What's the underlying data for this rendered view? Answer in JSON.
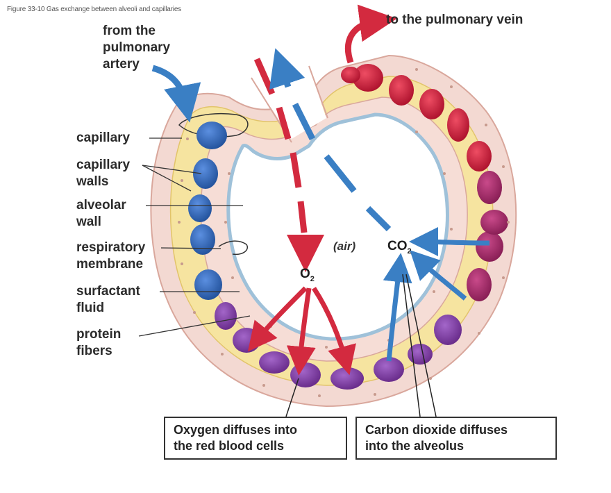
{
  "caption": "Figure 33-10 Gas exchange between alveoli and capillaries",
  "labels": {
    "from_artery": [
      "from the",
      "pulmonary",
      "artery"
    ],
    "to_vein": "to the pulmonary vein",
    "capillary": "capillary",
    "capillary_walls": [
      "capillary",
      "walls"
    ],
    "alveolar_wall": [
      "alveolar",
      "wall"
    ],
    "respiratory_membrane": [
      "respiratory",
      "membrane"
    ],
    "surfactant_fluid": [
      "surfactant",
      "fluid"
    ],
    "protein_fibers": [
      "protein",
      "fibers"
    ],
    "air": "(air)",
    "o2": "O",
    "o2_sub": "2",
    "co2": "CO",
    "co2_sub": "2"
  },
  "callouts": {
    "oxygen": [
      "Oxygen diffuses into",
      "the red blood cells"
    ],
    "co2": [
      "Carbon dioxide diffuses",
      "into the alveolus"
    ]
  },
  "colors": {
    "blood_red": "#d32a3f",
    "blood_blue": "#3a7fc4",
    "cell_blue": "#2f63b3",
    "cell_purple": "#7b3a9e",
    "cell_magenta": "#9e2866",
    "cell_red": "#c81f3a",
    "wall_pink": "#f3d9d2",
    "capillary_yellow": "#f6e4a0",
    "membrane_blue": "#9fc1d9"
  }
}
